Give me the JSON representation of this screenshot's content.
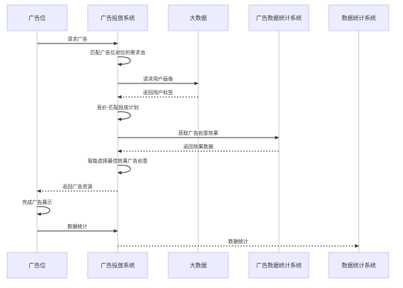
{
  "actors": [
    {
      "id": "ad_slot",
      "label": "广告位"
    },
    {
      "id": "ad_delivery",
      "label": "广告投放系统"
    },
    {
      "id": "big_data",
      "label": "大数据"
    },
    {
      "id": "ad_stats",
      "label": "广告数据统计系统"
    },
    {
      "id": "data_stats",
      "label": "数据统计系统"
    }
  ],
  "messages": [
    {
      "from": "ad_slot",
      "to": "ad_delivery",
      "label": "请求广告",
      "style": "solid"
    },
    {
      "from": "ad_delivery",
      "to": "ad_delivery",
      "label": "匹配广告位对应的需求池",
      "style": "solid"
    },
    {
      "from": "ad_delivery",
      "to": "big_data",
      "label": "请求用户画像",
      "style": "solid"
    },
    {
      "from": "big_data",
      "to": "ad_delivery",
      "label": "返回用户标签",
      "style": "dashed"
    },
    {
      "from": "ad_delivery",
      "to": "ad_delivery",
      "label": "竞价-匹配投放计划",
      "style": "solid"
    },
    {
      "from": "ad_delivery",
      "to": "ad_stats",
      "label": "获取广告创意效果",
      "style": "solid"
    },
    {
      "from": "ad_stats",
      "to": "ad_delivery",
      "label": "返回效果数据",
      "style": "dashed"
    },
    {
      "from": "ad_delivery",
      "to": "ad_delivery",
      "label": "智能选择最佳效果广告创意",
      "style": "solid"
    },
    {
      "from": "ad_delivery",
      "to": "ad_slot",
      "label": "返回广告资源",
      "style": "dashed"
    },
    {
      "from": "ad_slot",
      "to": "ad_slot",
      "label": "完成广告展示",
      "style": "solid"
    },
    {
      "from": "ad_slot",
      "to": "ad_delivery",
      "label": "数据统计",
      "style": "solid"
    },
    {
      "from": "ad_delivery",
      "to": "data_stats",
      "label": "数据统计",
      "style": "dashed"
    }
  ]
}
